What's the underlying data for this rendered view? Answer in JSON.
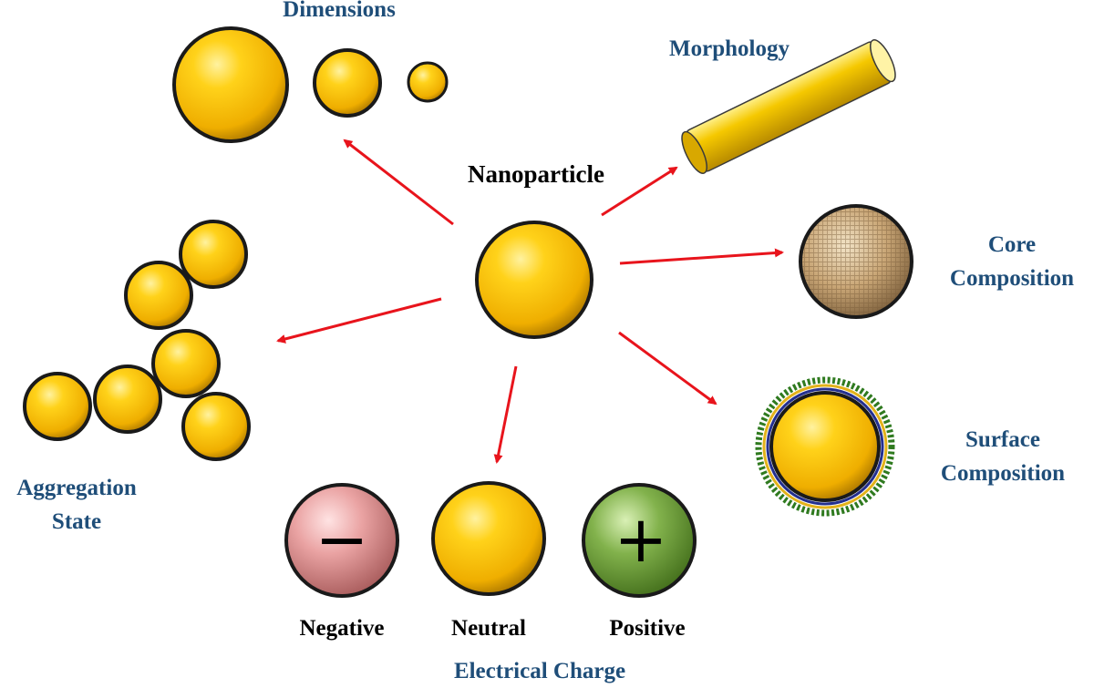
{
  "center": {
    "label": "Nanoparticle"
  },
  "properties": {
    "dimensions": "Dimensions",
    "morphology": "Morphology",
    "core_composition": [
      "Core",
      "Composition"
    ],
    "surface_composition": [
      "Surface",
      "Composition"
    ],
    "aggregation_state": [
      "Aggregation",
      "State"
    ],
    "electrical_charge": "Electrical Charge"
  },
  "charges": [
    {
      "label": "Negative",
      "symbol": "−"
    },
    {
      "label": "Neutral",
      "symbol": ""
    },
    {
      "label": "Positive",
      "symbol": "+"
    }
  ],
  "colors": {
    "gold": "#f2b400",
    "arrow": "#e8141c",
    "label_blue": "#1f4e79",
    "negative": "#e29a9a",
    "positive": "#79a843",
    "core_texture": "#c9a676",
    "ligand_green": "#2f7a1f"
  }
}
